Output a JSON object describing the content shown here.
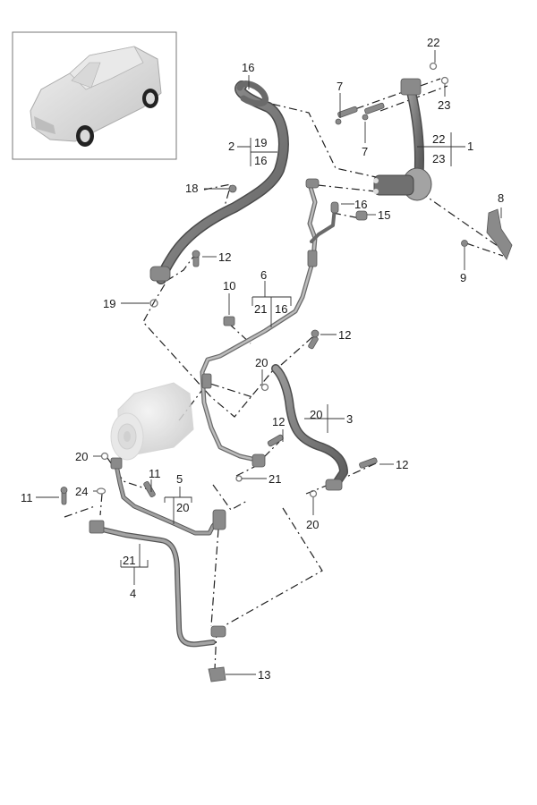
{
  "diagram": {
    "title": "Air conditioning refrigerant lines",
    "thumbnail": {
      "alt": "Vehicle overview (compact SUV)"
    },
    "callouts": [
      {
        "id": "c1",
        "number": "1",
        "subitems": [
          "22",
          "23"
        ]
      },
      {
        "id": "c2",
        "number": "2",
        "subitems": [
          "19",
          "16"
        ]
      },
      {
        "id": "c3",
        "number": "3",
        "subitems": [
          "20"
        ]
      },
      {
        "id": "c4",
        "number": "4",
        "subitems": [
          "21"
        ]
      },
      {
        "id": "c5",
        "number": "5",
        "subitems": [
          "20"
        ]
      },
      {
        "id": "c6",
        "number": "6",
        "subitems": [
          "21",
          "16"
        ]
      },
      {
        "id": "c7a",
        "number": "7"
      },
      {
        "id": "c7b",
        "number": "7"
      },
      {
        "id": "c8",
        "number": "8"
      },
      {
        "id": "c9",
        "number": "9"
      },
      {
        "id": "c10",
        "number": "10"
      },
      {
        "id": "c11a",
        "number": "11"
      },
      {
        "id": "c11b",
        "number": "11"
      },
      {
        "id": "c12a",
        "number": "12"
      },
      {
        "id": "c12b",
        "number": "12"
      },
      {
        "id": "c12c",
        "number": "12"
      },
      {
        "id": "c12d",
        "number": "12"
      },
      {
        "id": "c13",
        "number": "13"
      },
      {
        "id": "c15",
        "number": "15"
      },
      {
        "id": "c16a",
        "number": "16"
      },
      {
        "id": "c16b",
        "number": "16"
      },
      {
        "id": "c18",
        "number": "18"
      },
      {
        "id": "c19",
        "number": "19"
      },
      {
        "id": "c20a",
        "number": "20"
      },
      {
        "id": "c20b",
        "number": "20"
      },
      {
        "id": "c20c",
        "number": "20"
      },
      {
        "id": "c21",
        "number": "21"
      },
      {
        "id": "c22",
        "number": "22"
      },
      {
        "id": "c23",
        "number": "23"
      },
      {
        "id": "c24",
        "number": "24"
      }
    ]
  }
}
